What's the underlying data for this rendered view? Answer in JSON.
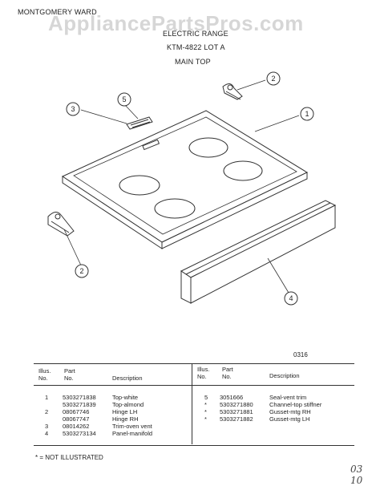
{
  "header": {
    "brand": "MONTGOMERY WARD",
    "watermark": "AppliancePartsPros.com",
    "product": "ELECTRIC RANGE",
    "model": "KTM-4822 LOT A",
    "section": "MAIN TOP"
  },
  "diagram": {
    "callouts": [
      "1",
      "2",
      "2",
      "3",
      "4",
      "5"
    ],
    "code": "0316"
  },
  "table": {
    "headers": {
      "illus": "Illus.\nNo.",
      "part": "Part\nNo.",
      "description": "Description"
    },
    "left": [
      {
        "illus": "1",
        "part": "5303271838",
        "desc": "Top-white"
      },
      {
        "illus": "",
        "part": "5303271839",
        "desc": "Top-almond"
      },
      {
        "illus": "2",
        "part": "08067746",
        "desc": "Hinge LH"
      },
      {
        "illus": "",
        "part": "08067747",
        "desc": "Hinge RH"
      },
      {
        "illus": "3",
        "part": "08014262",
        "desc": "Trim-oven vent"
      },
      {
        "illus": "4",
        "part": "5303273134",
        "desc": "Panel-manifold"
      }
    ],
    "right": [
      {
        "illus": "5",
        "part": "3051666",
        "desc": "Seal-vent trim"
      },
      {
        "illus": "*",
        "part": "5303271880",
        "desc": "Channel-top stiffner"
      },
      {
        "illus": "*",
        "part": "5303271881",
        "desc": "Gusset-mtg RH"
      },
      {
        "illus": "*",
        "part": "5303271882",
        "desc": "Gusset-mtg LH"
      }
    ]
  },
  "footnote": "* = NOT ILLUSTRATED",
  "corner_mark": "03 10"
}
